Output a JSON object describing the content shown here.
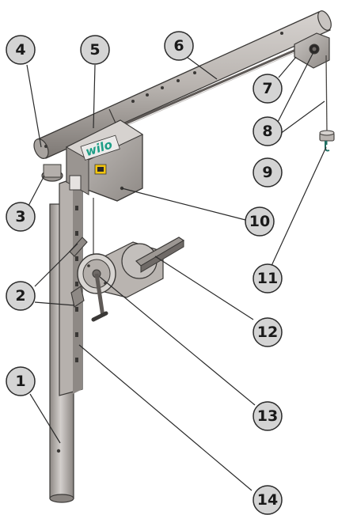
{
  "logo": {
    "text": "wilo",
    "color": "#1d9e86"
  },
  "colors": {
    "steel_light": "#cfcbc8",
    "steel_mid": "#a9a4a0",
    "steel_dark": "#6f6a67",
    "outline": "#3a3836",
    "callout_fill": "#d4d4d4",
    "callout_stroke": "#2a2a2a"
  },
  "callouts": [
    {
      "id": "1",
      "label": "1"
    },
    {
      "id": "2",
      "label": "2"
    },
    {
      "id": "3",
      "label": "3"
    },
    {
      "id": "4",
      "label": "4"
    },
    {
      "id": "5",
      "label": "5"
    },
    {
      "id": "6",
      "label": "6"
    },
    {
      "id": "7",
      "label": "7"
    },
    {
      "id": "8",
      "label": "8"
    },
    {
      "id": "9",
      "label": "9"
    },
    {
      "id": "10",
      "label": "10"
    },
    {
      "id": "11",
      "label": "11"
    },
    {
      "id": "12",
      "label": "12"
    },
    {
      "id": "13",
      "label": "13"
    },
    {
      "id": "14",
      "label": "14"
    }
  ]
}
